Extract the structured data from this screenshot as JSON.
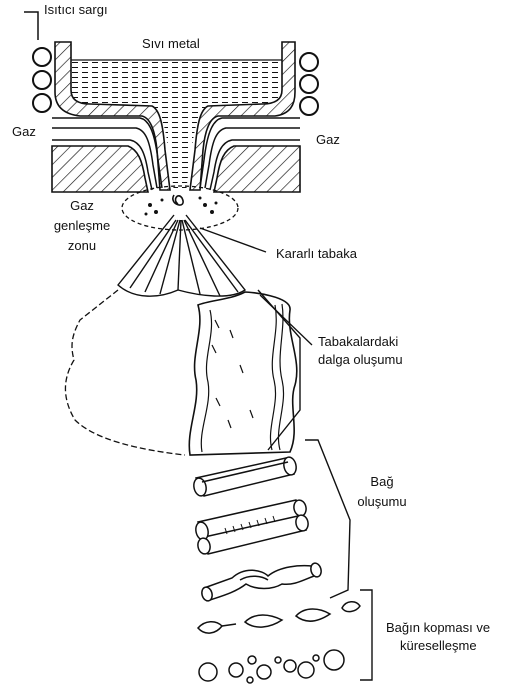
{
  "labels": {
    "heater_coil": "Isıtıcı sargı",
    "liquid_metal": "Sıvı metal",
    "gas_left": "Gaz",
    "gas_right": "Gaz",
    "gas_expansion_1": "Gaz",
    "gas_expansion_2": "genleşme",
    "gas_expansion_3": "zonu",
    "stable_layer": "Kararlı tabaka",
    "wave_1": "Tabakalardaki",
    "wave_2": "dalga oluşumu",
    "ligament_1": "Bağ",
    "ligament_2": "oluşumu",
    "breakup_1": "Bağın kopması ve",
    "breakup_2": "küreselleşme"
  },
  "colors": {
    "line": "#111111",
    "background": "#ffffff"
  }
}
